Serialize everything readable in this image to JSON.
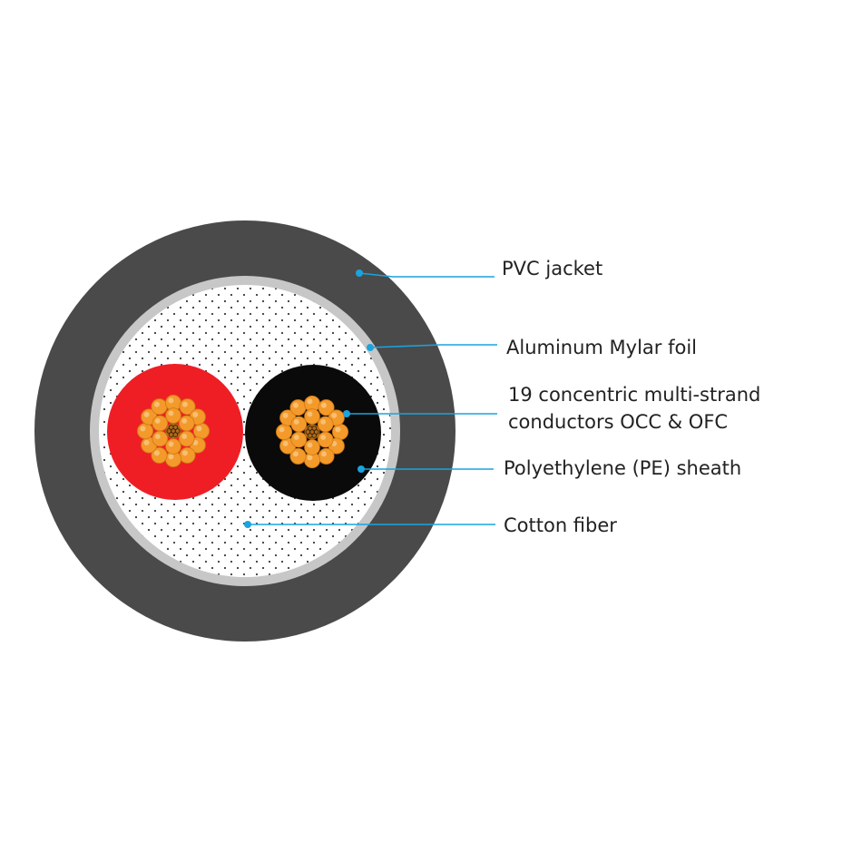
{
  "diagram": {
    "colors": {
      "jacket": "#4a4a4a",
      "foil": "#c7c7c7",
      "fiber_bg": "#ffffff",
      "fiber_dots": "#3a3a3a",
      "red_sheath": "#ef1e25",
      "black_sheath": "#0a0a0a",
      "strand": "#f39a2a",
      "strand_highlight": "#f7bf73",
      "strand_edge": "#d17815",
      "core_strand": "#b06a18",
      "leader": "#1aa3dd"
    },
    "labels": {
      "pvc_jacket": "PVC jacket",
      "mylar_foil": "Aluminum Mylar foil",
      "conductors_line1": "19 concentric multi-strand",
      "conductors_line2": "conductors OCC & OFC",
      "pe_sheath": "Polyethylene (PE) sheath",
      "cotton_fiber": "Cotton fiber"
    }
  }
}
